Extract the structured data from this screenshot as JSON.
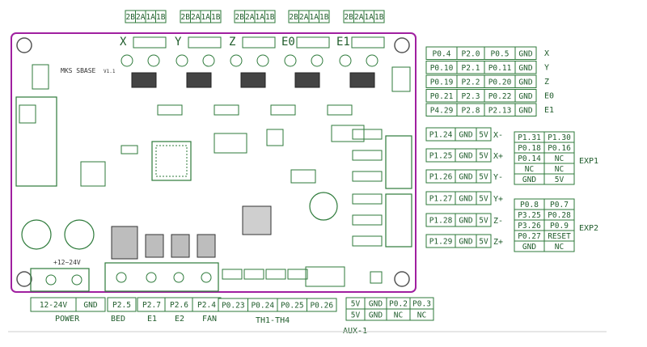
{
  "board": {
    "name": "MKS SBASE",
    "version": "V1.1",
    "power_label": "+12~24V"
  },
  "axes": [
    {
      "label": "X",
      "micro": [
        "2B",
        "2A",
        "1A",
        "1B"
      ]
    },
    {
      "label": "Y",
      "micro": [
        "2B",
        "2A",
        "1A",
        "1B"
      ]
    },
    {
      "label": "Z",
      "micro": [
        "2B",
        "2A",
        "1A",
        "1B"
      ]
    },
    {
      "label": "E0",
      "micro": [
        "2B",
        "2A",
        "1A",
        "1B"
      ]
    },
    {
      "label": "E1",
      "micro": [
        "2B",
        "2A",
        "1A",
        "1B"
      ]
    }
  ],
  "motor_pins": [
    {
      "pins": [
        "P0.4",
        "P2.0",
        "P0.5",
        "GND"
      ],
      "label": "X"
    },
    {
      "pins": [
        "P0.10",
        "P2.1",
        "P0.11",
        "GND"
      ],
      "label": "Y"
    },
    {
      "pins": [
        "P0.19",
        "P2.2",
        "P0.20",
        "GND"
      ],
      "label": "Z"
    },
    {
      "pins": [
        "P0.21",
        "P2.3",
        "P0.22",
        "GND"
      ],
      "label": "E0"
    },
    {
      "pins": [
        "P4.29",
        "P2.8",
        "P2.13",
        "GND"
      ],
      "label": "E1"
    }
  ],
  "endstops": [
    {
      "pins": [
        "P1.24",
        "GND",
        "5V"
      ],
      "label": "X-"
    },
    {
      "pins": [
        "P1.25",
        "GND",
        "5V"
      ],
      "label": "X+"
    },
    {
      "pins": [
        "P1.26",
        "GND",
        "5V"
      ],
      "label": "Y-"
    },
    {
      "pins": [
        "P1.27",
        "GND",
        "5V"
      ],
      "label": "Y+"
    },
    {
      "pins": [
        "P1.28",
        "GND",
        "5V"
      ],
      "label": "Z-"
    },
    {
      "pins": [
        "P1.29",
        "GND",
        "5V"
      ],
      "label": "Z+"
    }
  ],
  "exp1": {
    "label": "EXP1",
    "rows": [
      [
        "P1.31",
        "P1.30"
      ],
      [
        "P0.18",
        "P0.16"
      ],
      [
        "P0.14",
        "NC"
      ],
      [
        "NC",
        "NC"
      ],
      [
        "GND",
        "5V"
      ]
    ]
  },
  "exp2": {
    "label": "EXP2",
    "rows": [
      [
        "P0.8",
        "P0.7"
      ],
      [
        "P3.25",
        "P0.28"
      ],
      [
        "P3.26",
        "P0.9"
      ],
      [
        "P0.27",
        "RESET"
      ],
      [
        "GND",
        "NC"
      ]
    ]
  },
  "power": {
    "pins": [
      "12-24V",
      "GND"
    ],
    "label": "POWER"
  },
  "outputs": {
    "pins": [
      "P2.5",
      "P2.7",
      "P2.6",
      "P2.4"
    ],
    "labels": [
      "BED",
      "E1",
      "E2",
      "FAN"
    ]
  },
  "thermistors": {
    "pins": [
      "P0.23",
      "P0.24",
      "P0.25",
      "P0.26"
    ],
    "label": "TH1-TH4"
  },
  "aux1": {
    "label": "AUX-1",
    "rows": [
      [
        "5V",
        "GND",
        "P0.2",
        "P0.3"
      ],
      [
        "5V",
        "GND",
        "NC",
        "NC"
      ]
    ]
  },
  "colors": {
    "board": "#2d7a3a",
    "board_outline": "#a020a0",
    "text": "#1f5c2b"
  }
}
